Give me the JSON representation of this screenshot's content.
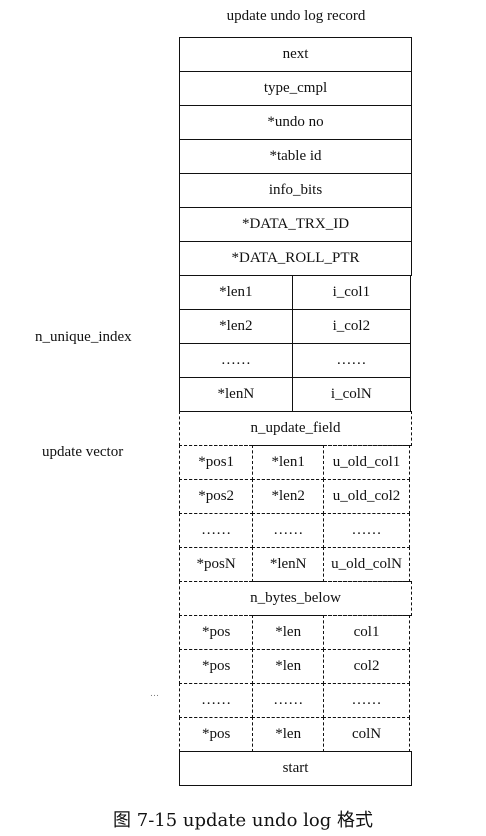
{
  "title": "update undo log record",
  "header_rows": [
    "next",
    "type_cmpl",
    "*undo no",
    "*table id",
    "info_bits",
    "*DATA_TRX_ID",
    "*DATA_ROLL_PTR"
  ],
  "unique_rows": [
    [
      "*len1",
      "i_col1"
    ],
    [
      "*len2",
      "i_col2"
    ],
    [
      "……",
      "……"
    ],
    [
      "*lenN",
      "i_colN"
    ]
  ],
  "n_update_field": "n_update_field",
  "update_rows": [
    [
      "*pos1",
      "*len1",
      "u_old_col1"
    ],
    [
      "*pos2",
      "*len2",
      "u_old_col2"
    ],
    [
      "……",
      "……",
      "……"
    ],
    [
      "*posN",
      "*lenN",
      "u_old_colN"
    ]
  ],
  "n_bytes_below": "n_bytes_below",
  "below_rows": [
    [
      "*pos",
      "*len",
      "col1"
    ],
    [
      "*pos",
      "*len",
      "col2"
    ],
    [
      "……",
      "……",
      "……"
    ],
    [
      "*pos",
      "*len",
      "colN"
    ]
  ],
  "start": "start",
  "side_labels": {
    "n_unique_index": "n_unique_index",
    "update_vector": "update vector"
  },
  "stray_mark": "…",
  "caption": "图 7-15   update undo log 格式"
}
